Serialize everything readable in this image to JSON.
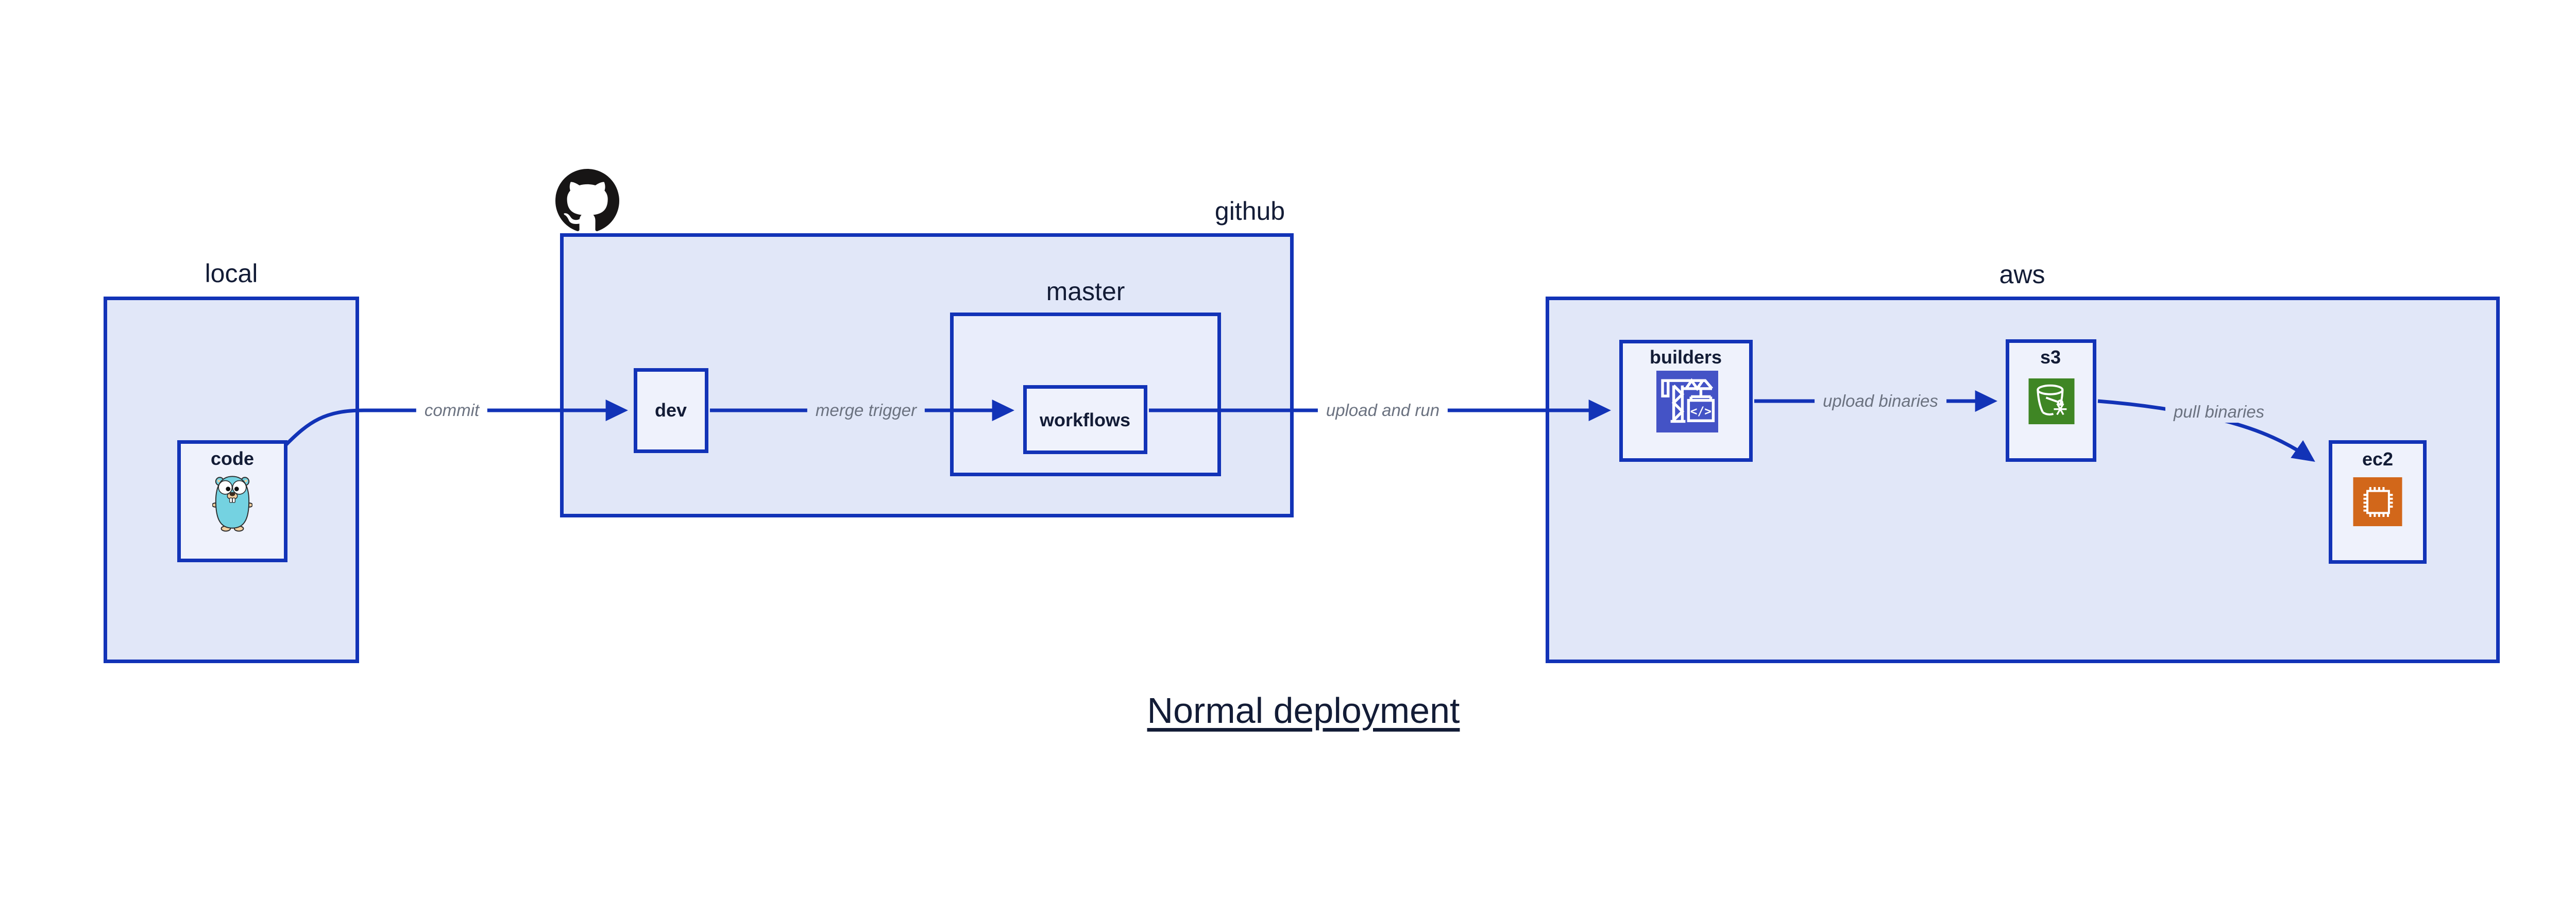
{
  "title": "Normal deployment",
  "containers": {
    "local": {
      "label": "local"
    },
    "github": {
      "label": "github"
    },
    "master": {
      "label": "master"
    },
    "aws": {
      "label": "aws"
    }
  },
  "nodes": {
    "code": {
      "label": "code"
    },
    "dev": {
      "label": "dev"
    },
    "workflows": {
      "label": "workflows"
    },
    "builders": {
      "label": "builders"
    },
    "s3": {
      "label": "s3"
    },
    "ec2": {
      "label": "ec2"
    }
  },
  "edges": {
    "commit": {
      "label": "commit"
    },
    "merge_trigger": {
      "label": "merge trigger"
    },
    "upload_and_run": {
      "label": "upload and run"
    },
    "upload_binaries": {
      "label": "upload binaries"
    },
    "pull_binaries": {
      "label": "pull binaries"
    }
  },
  "icons": {
    "github_logo": "github-octocat-mark",
    "code": "go-gopher-mascot",
    "builders": "aws-codebuild-crane",
    "builders_code_glyph": "</>",
    "s3": "aws-s3-glacier-bucket-snowflake",
    "ec2": "aws-ec2-chip"
  },
  "colors": {
    "stroke_blue": "#1233b7",
    "container_fill": "#e1e7f8",
    "master_fill": "#e9edfb",
    "node_fill": "#eff2fc",
    "dark_text": "#131c36",
    "edge_label_gray": "#6b7280",
    "codebuild_indigo": "#4453c6",
    "s3_green": "#3f8624",
    "ec2_orange": "#d2671a",
    "gopher_teal": "#74d2e1",
    "github_black": "#171515"
  }
}
